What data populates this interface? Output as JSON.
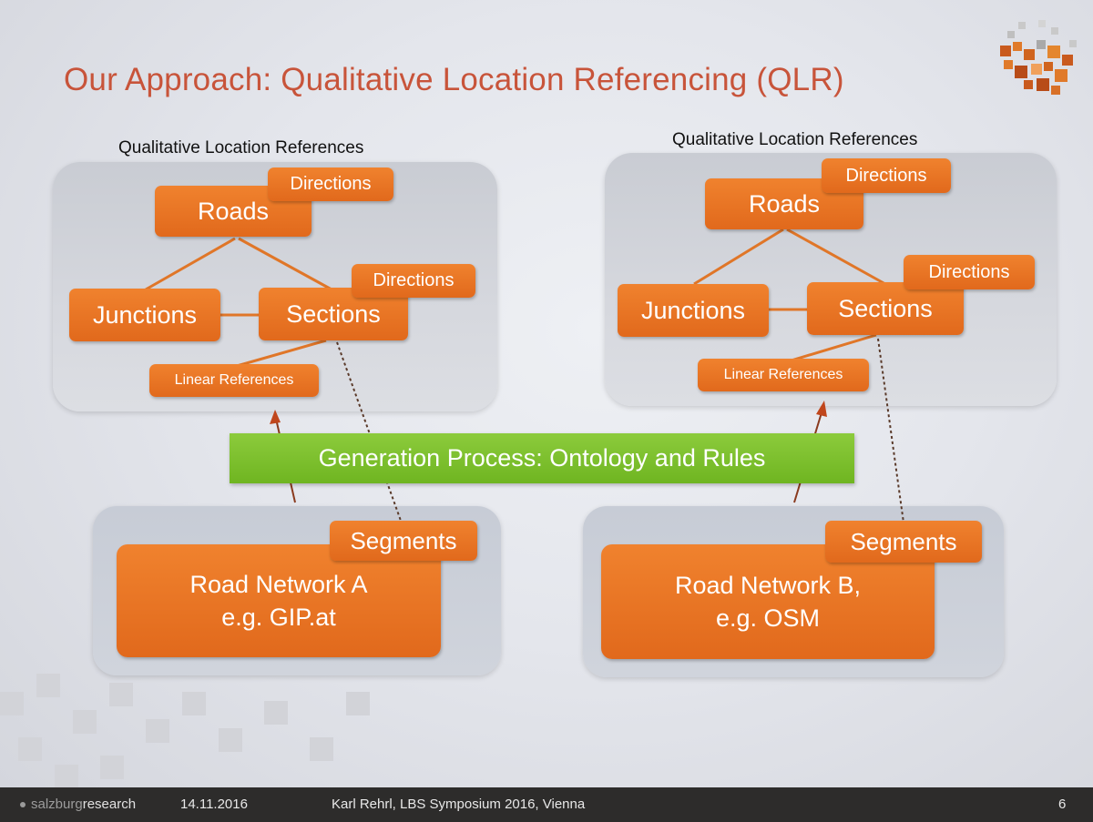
{
  "slide": {
    "title": "Our Approach: Qualitative Location Referencing (QLR)"
  },
  "left_panel": {
    "label": "Qualitative Location References",
    "roads": "Roads",
    "roads_directions": "Directions",
    "junctions": "Junctions",
    "sections": "Sections",
    "sections_directions": "Directions",
    "linear_references": "Linear References"
  },
  "right_panel": {
    "label": "Qualitative Location References",
    "roads": "Roads",
    "roads_directions": "Directions",
    "junctions": "Junctions",
    "sections": "Sections",
    "sections_directions": "Directions",
    "linear_references": "Linear References"
  },
  "process": {
    "label": "Generation Process: Ontology and Rules"
  },
  "network_a": {
    "segments": "Segments",
    "line1": "Road Network A",
    "line2": "e.g. GIP.at"
  },
  "network_b": {
    "segments": "Segments",
    "line1": "Road Network B,",
    "line2": "e.g. OSM"
  },
  "footer": {
    "brand_light": "salzburg",
    "brand_bold": "research",
    "date": "14.11.2016",
    "event": "Karl Rehrl, LBS Symposium 2016, Vienna",
    "page": "6"
  },
  "colors": {
    "accent_orange": "#e8731f",
    "title_red": "#c8543a",
    "process_green": "#7cbf2c",
    "footer_bg": "#2d2c2b"
  }
}
